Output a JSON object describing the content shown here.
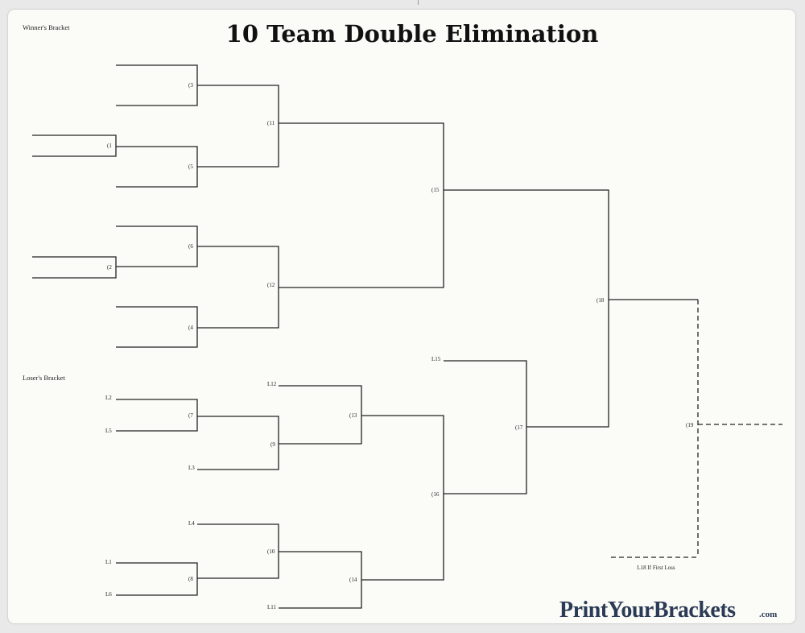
{
  "title": "10 Team Double Elimination",
  "winners_label": "Winner's Bracket",
  "losers_label": "Loser's Bracket",
  "logo": {
    "main": "PrintYourBrackets",
    "suffix": ".com"
  },
  "footnote": "L18 If First Loss",
  "winners_games": {
    "g1": "(1",
    "g2": "(2",
    "g3": "(3",
    "g4": "(4",
    "g5": "(5",
    "g6": "(6",
    "g11": "(11",
    "g12": "(12",
    "g15": "(15",
    "g18": "(18",
    "g19": "(19"
  },
  "losers_games": {
    "g7": "(7",
    "g8": "(8",
    "g9": "(9",
    "g10": "(10",
    "g13": "(13",
    "g14": "(14",
    "g16": "(16",
    "g17": "(17"
  },
  "loser_slots": {
    "L2": "L2",
    "L5": "L5",
    "L3": "L3",
    "L4": "L4",
    "L1": "L1",
    "L6": "L6",
    "L12": "L12",
    "L11": "L11",
    "L15": "L15"
  }
}
